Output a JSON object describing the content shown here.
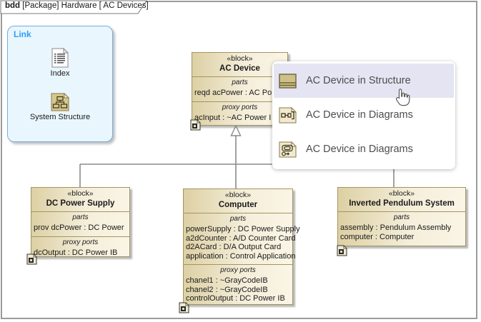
{
  "frame": {
    "keyword": "bdd",
    "title": " [Package] Hardware [ AC Devices]"
  },
  "link_panel": {
    "title": "Link",
    "items": [
      {
        "label": "Index",
        "icon": "index-document-icon"
      },
      {
        "label": "System Structure",
        "icon": "system-structure-diagram-icon"
      }
    ]
  },
  "blocks": {
    "ac_device": {
      "stereotype": "«block»",
      "name": "AC Device",
      "parts_label": "parts",
      "parts": [
        "reqd acPower : AC Po"
      ],
      "proxy_label": "proxy ports",
      "proxy_ports": [
        "acInput : ~AC Power I"
      ]
    },
    "dc_power_supply": {
      "stereotype": "«block»",
      "name": "DC Power Supply",
      "parts_label": "parts",
      "parts": [
        "prov dcPower : DC Power"
      ],
      "proxy_label": "proxy ports",
      "proxy_ports": [
        "dcOutput : DC Power IB"
      ]
    },
    "computer": {
      "stereotype": "«block»",
      "name": "Computer",
      "parts_label": "parts",
      "parts": [
        "powerSupply : DC Power Supply",
        "a2dCounter : A/D Counter Card",
        "d2ACard : D/A Output Card",
        "application : Control Application"
      ],
      "proxy_label": "proxy ports",
      "proxy_ports": [
        "chanel1 : ~GrayCodeIB",
        "chanel2 : ~GrayCodeIB",
        "controlOutput : DC Power IB"
      ]
    },
    "inverted_pendulum_system": {
      "stereotype": "«block»",
      "name": "Inverted Pendulum System",
      "parts_label": "parts",
      "parts": [
        "assembly : Pendulum Assembly",
        "computer : Computer"
      ]
    }
  },
  "popup_menu": {
    "items": [
      {
        "label": "AC Device in Structure",
        "icon": "block-structure-icon",
        "highlighted": true
      },
      {
        "label": "AC Device in Diagrams",
        "icon": "internal-block-diagram-icon",
        "highlighted": false
      },
      {
        "label": "AC Device in Diagrams",
        "icon": "state-machine-diagram-icon",
        "highlighted": false
      }
    ]
  },
  "colors": {
    "block_fill_dark": "#ddd0a4",
    "block_fill_light": "#faf5e5",
    "block_border": "#a3955e",
    "link_fill": "#e9f6fd",
    "link_border": "#74aede",
    "link_title": "#2f9bff",
    "menu_highlight": "#e4e4f2",
    "menu_text": "#4d4d4d",
    "connector": "#8a8a8a",
    "frame_border": "#9b9b9b"
  }
}
